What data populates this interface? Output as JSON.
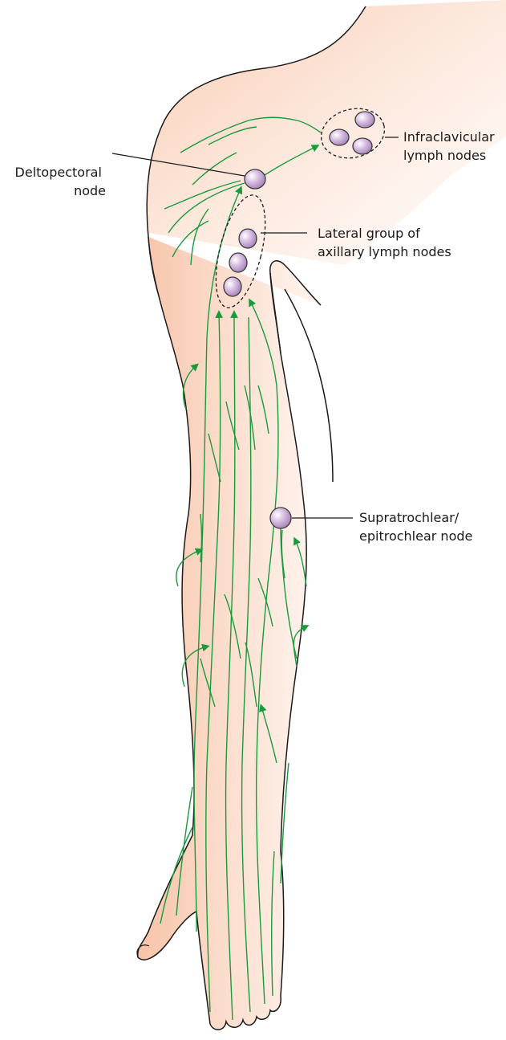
{
  "labels": {
    "infraclavicular": [
      "Infraclavicular",
      "lymph nodes"
    ],
    "deltopectoral": [
      "Deltopectoral",
      "node"
    ],
    "lateral_axillary": [
      "Lateral group of",
      "axillary lymph nodes"
    ],
    "supratrochlear": [
      "Supratrochlear/",
      "epitrochlear node"
    ]
  },
  "colors": {
    "skin": "#f9cbb2",
    "skin_light": "#fdeee6",
    "outline": "#1a1a1a",
    "vessel": "#1a9a3c",
    "node_fill": "#c9a6d6",
    "node_stroke": "#3a3a3a"
  }
}
